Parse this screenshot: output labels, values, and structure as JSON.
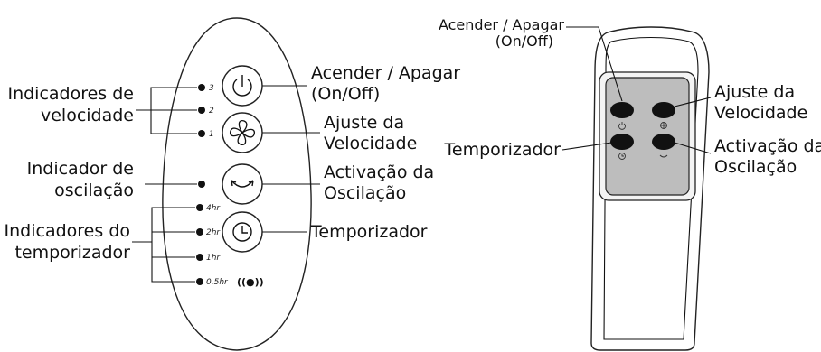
{
  "left_remote": {
    "callouts": {
      "power": [
        "Acender / Apagar",
        "(On/Off)"
      ],
      "speed": [
        "Ajuste da",
        "Velocidade"
      ],
      "oscillation": [
        "Activação da",
        "Oscilação"
      ],
      "timer": [
        "Temporizador"
      ],
      "speed_indicators": [
        "Indicadores de",
        "velocidade"
      ],
      "oscillation_indicator": [
        "Indicador de",
        "oscilação"
      ],
      "timer_indicators": [
        "Indicadores do",
        "temporizador"
      ]
    },
    "speed_levels": [
      "3",
      "2",
      "1"
    ],
    "timer_levels": [
      "4hr",
      "2hr",
      "1hr",
      "0.5hr"
    ],
    "signal_icon": "((●))"
  },
  "right_remote": {
    "callouts": {
      "power": [
        "Acender / Apagar",
        "(On/Off)"
      ],
      "speed": [
        "Ajuste da",
        "Velocidade"
      ],
      "timer": [
        "Temporizador"
      ],
      "oscillation": [
        "Activação da",
        "Oscilação"
      ]
    }
  }
}
